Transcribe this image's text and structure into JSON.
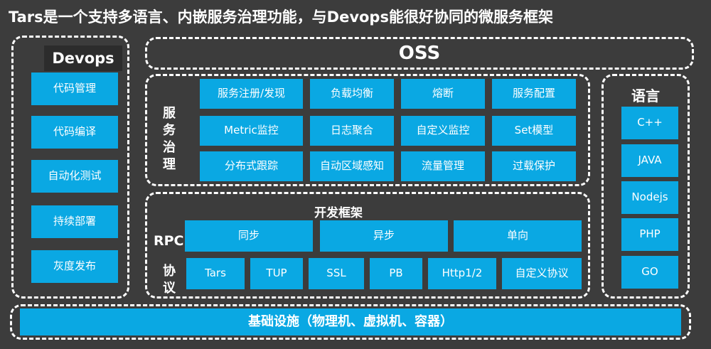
{
  "title": "Tars是一个支持多语言、内嵌服务治理功能，与Devops能很好协同的微服务框架",
  "devops": {
    "heading": "Devops",
    "items": [
      "代码管理",
      "代码编译",
      "自动化测试",
      "持续部署",
      "灰度发布"
    ]
  },
  "oss": {
    "label": "OSS"
  },
  "governance": {
    "label": "服务治理",
    "label_chars": [
      "服",
      "务",
      "治",
      "理"
    ],
    "rows": [
      [
        "服务注册/发现",
        "负载均衡",
        "熔断",
        "服务配置"
      ],
      [
        "Metric监控",
        "日志聚合",
        "自定义监控",
        "Set模型"
      ],
      [
        "分布式跟踪",
        "自动区域感知",
        "流量管理",
        "过载保护"
      ]
    ]
  },
  "framework": {
    "title": "开发框架",
    "rpc_label": "RPC",
    "rpc_items": [
      "同步",
      "异步",
      "单向"
    ],
    "protocol_label_chars": [
      "协",
      "议"
    ],
    "protocol_items": [
      "Tars",
      "TUP",
      "SSL",
      "PB",
      "Http1/2",
      "自定义协议"
    ]
  },
  "languages": {
    "heading": "语言",
    "items": [
      "C++",
      "JAVA",
      "Nodejs",
      "PHP",
      "GO"
    ]
  },
  "infrastructure": {
    "label": "基础设施（物理机、虚拟机、容器）"
  },
  "colors": {
    "background": "#3c3c3c",
    "box": "#0aa8e3",
    "border": "#ffffff"
  }
}
